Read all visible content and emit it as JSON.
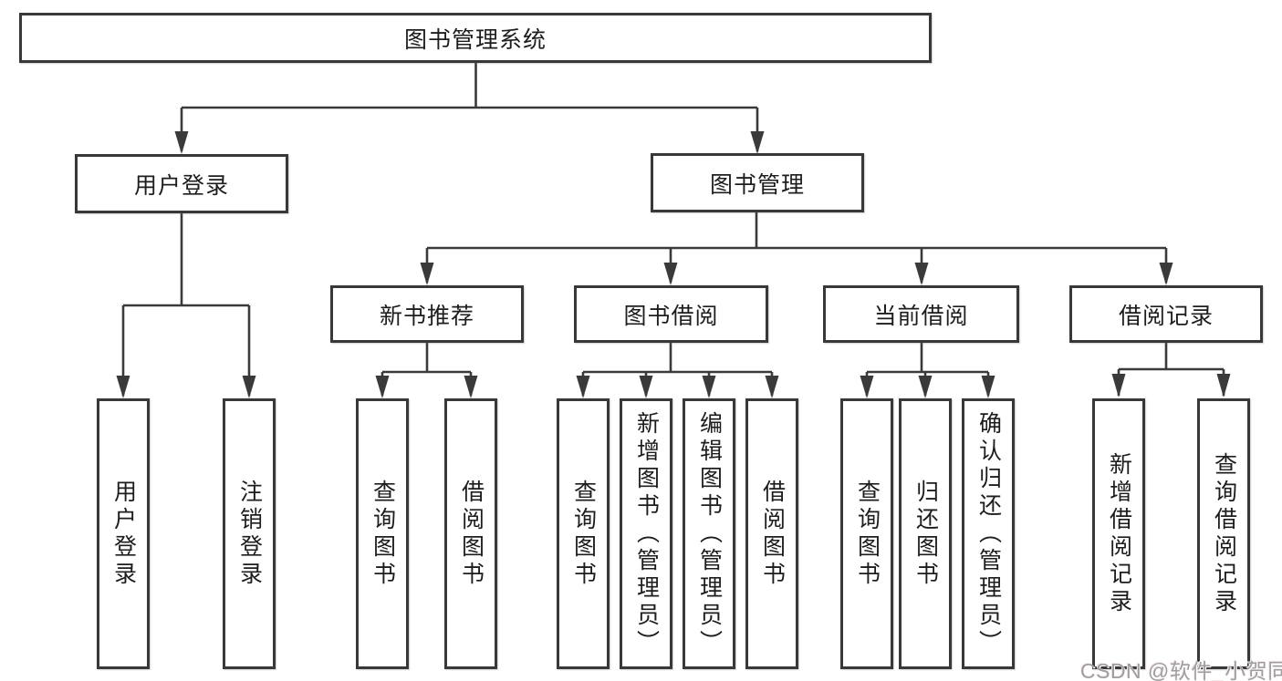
{
  "diagram": {
    "type": "hierarchy-functional-structure",
    "tree": {
      "root": "图书管理系统",
      "children": [
        {
          "label": "用户登录",
          "children": [
            {
              "label": "用户登录"
            },
            {
              "label": "注销登录"
            }
          ]
        },
        {
          "label": "图书管理",
          "children": [
            {
              "label": "新书推荐",
              "children": [
                {
                  "label": "查询图书"
                },
                {
                  "label": "借阅图书"
                }
              ]
            },
            {
              "label": "图书借阅",
              "children": [
                {
                  "label": "查询图书"
                },
                {
                  "label": "新增图书（管理员）"
                },
                {
                  "label": "编辑图书（管理员）"
                },
                {
                  "label": "借阅图书"
                }
              ]
            },
            {
              "label": "当前借阅",
              "children": [
                {
                  "label": "查询图书"
                },
                {
                  "label": "归还图书"
                },
                {
                  "label": "确认归还（管理员）"
                }
              ]
            },
            {
              "label": "借阅记录",
              "children": [
                {
                  "label": "新增借阅记录"
                },
                {
                  "label": "查询借阅记录"
                }
              ]
            }
          ]
        }
      ]
    },
    "colors": {
      "line": "#3a3a3a",
      "box_border": "#383838",
      "text": "#1d1d1f",
      "background": "#ffffff",
      "watermark_text": "#9e9e9e"
    }
  },
  "watermark": {
    "label": "CSDN @软件_小贺同学"
  }
}
